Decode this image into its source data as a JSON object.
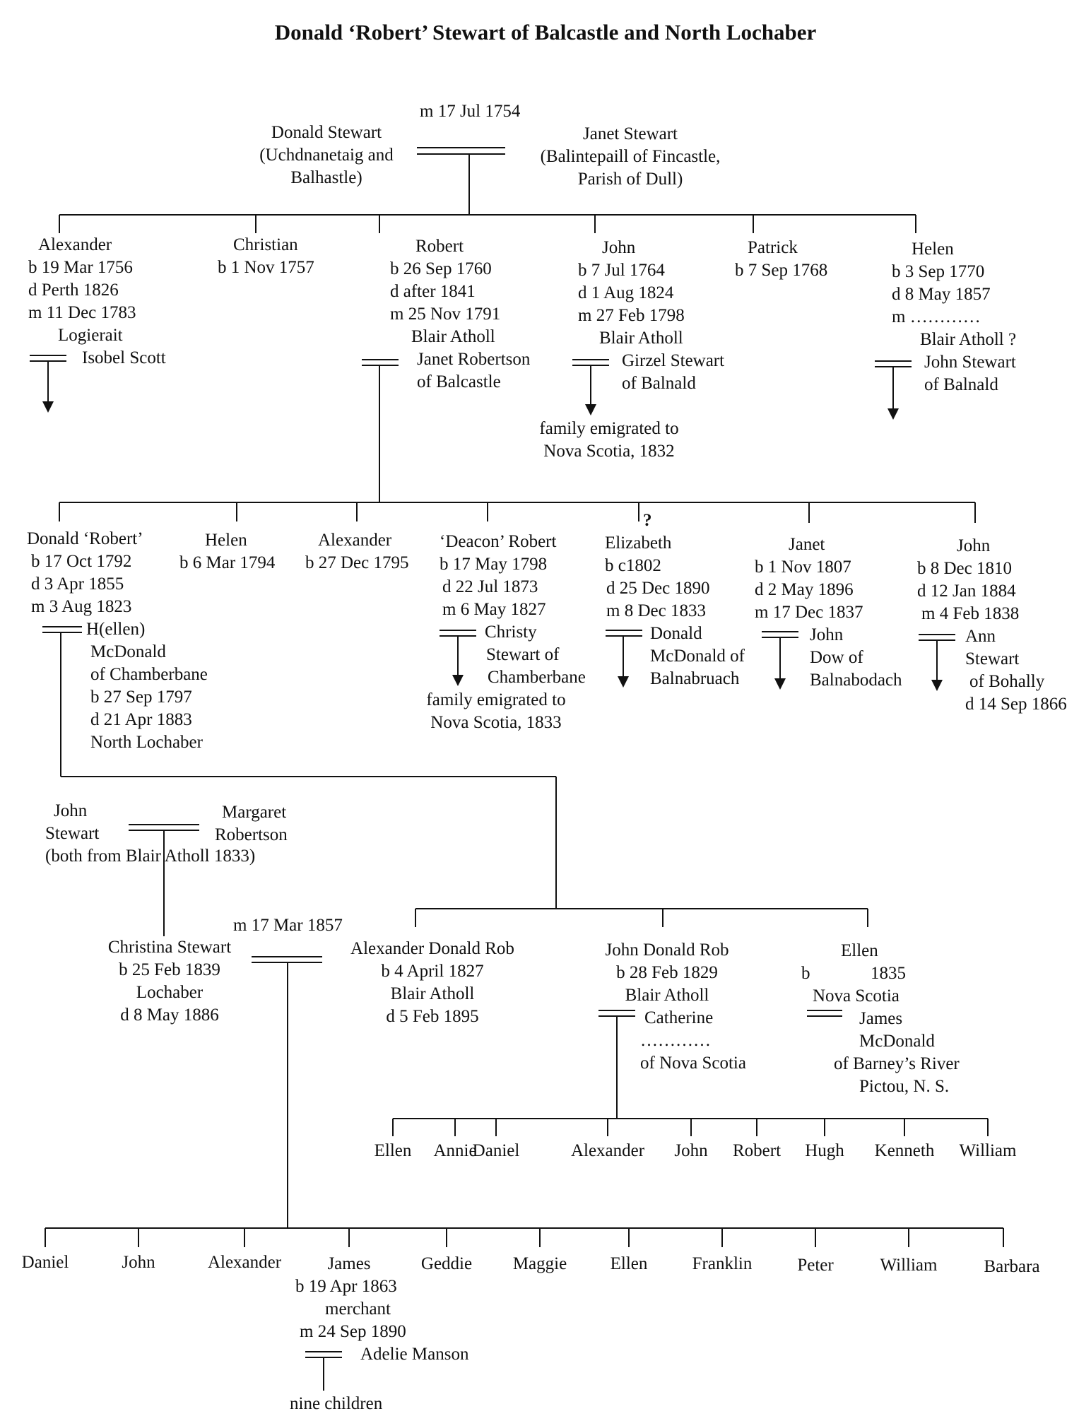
{
  "title": "Donald ‘Robert’ Stewart of Balcastle and North Lochaber",
  "gen1": {
    "marriage": "m 17 Jul 1754",
    "husband": [
      "Donald Stewart",
      "(Uchdnanetaig and",
      "Balhastle)"
    ],
    "wife": [
      "Janet Stewart",
      "(Balintepaill of Fincastle,",
      "Parish of Dull)"
    ]
  },
  "gen2": {
    "alexander": [
      "Alexander",
      "b 19 Mar 1756",
      "d  Perth 1826",
      "m 11 Dec 1783"
    ],
    "alexander_place": "Logierait",
    "alexander_spouse": "Isobel Scott",
    "christian": [
      "Christian",
      "b 1 Nov 1757"
    ],
    "robert": [
      "Robert",
      "b 26 Sep 1760",
      "d  after 1841",
      "m 25 Nov 1791"
    ],
    "robert_spouse": [
      "Blair Atholl",
      "Janet Robertson",
      "of Balcastle"
    ],
    "john": [
      "John",
      "b  7 Jul 1764",
      "d  1 Aug 1824",
      "m 27 Feb 1798"
    ],
    "john_spouse": [
      "Blair Atholl",
      "Girzel Stewart",
      "of Balnald"
    ],
    "john_note": [
      "family emigrated to",
      "Nova Scotia, 1832"
    ],
    "patrick": [
      "Patrick",
      "b 7 Sep 1768"
    ],
    "helen": [
      "Helen",
      "b 3 Sep 1770",
      "d 8 May 1857",
      "m …………"
    ],
    "helen_spouse": [
      "Blair Atholl ?",
      "John Stewart",
      "of Balnald"
    ]
  },
  "gen3": {
    "donald": [
      "Donald ‘Robert’",
      "b 17 Oct 1792",
      "d  3 Apr 1855",
      "m 3 Aug 1823"
    ],
    "donald_spouse": [
      "H(ellen)",
      "McDonald",
      "of Chamberbane",
      "b 27 Sep 1797",
      "d  21 Apr 1883",
      "North Lochaber"
    ],
    "helen": [
      "Helen",
      "b 6 Mar 1794"
    ],
    "alexander": [
      "Alexander",
      "b 27 Dec 1795"
    ],
    "deacon": [
      "‘Deacon’ Robert",
      "b 17 May 1798",
      "d 22 Jul 1873",
      "m 6 May 1827"
    ],
    "deacon_spouse": [
      "Christy",
      "Stewart of",
      "Chamberbane"
    ],
    "deacon_note": [
      "family emigrated to",
      "Nova Scotia, 1833"
    ],
    "elizabeth_query": "?",
    "elizabeth": [
      "Elizabeth",
      "b c1802",
      "d 25 Dec 1890",
      "m 8 Dec 1833"
    ],
    "elizabeth_spouse": [
      "Donald",
      "McDonald of",
      "Balnabruach"
    ],
    "janet": [
      "Janet",
      "b  1 Nov 1807",
      "d  2 May 1896",
      "m 17 Dec 1837"
    ],
    "janet_spouse": [
      "John",
      "Dow of",
      "Balnabodach"
    ],
    "john": [
      "John",
      "b 8 Dec 1810",
      "d 12 Jan 1884",
      "m 4 Feb 1838"
    ],
    "john_spouse": [
      "Ann",
      "Stewart",
      "of Bohally",
      "d 14 Sep 1866"
    ]
  },
  "stewart_robertson": {
    "husband": [
      "John",
      "Stewart"
    ],
    "wife": [
      "Margaret",
      "Robertson"
    ],
    "note": "(both from Blair Atholl 1833)"
  },
  "gen4": {
    "marriage": "m 17 Mar 1857",
    "christina": [
      "Christina Stewart",
      "b 25 Feb 1839",
      "Lochaber",
      "d 8 May 1886"
    ],
    "alexander": [
      "Alexander Donald Rob",
      "b 4 April 1827",
      "Blair Atholl",
      "d 5 Feb 1895"
    ],
    "john": [
      "John Donald Rob",
      "b 28 Feb 1829",
      "Blair Atholl"
    ],
    "john_spouse": [
      "Catherine",
      "…………",
      "of Nova Scotia"
    ],
    "ellen_name": "Ellen",
    "ellen_b": "b",
    "ellen_year": "1835",
    "ellen_place": "Nova Scotia",
    "ellen_spouse": [
      "James",
      "McDonald",
      "of Barney’s River",
      "Pictou, N. S."
    ]
  },
  "john_children": [
    "Ellen",
    "Annie",
    "Daniel",
    "Alexander",
    "John",
    "Robert",
    "Hugh",
    "Kenneth",
    "William"
  ],
  "alex_children": [
    "Daniel",
    "John",
    "Alexander",
    "James",
    "Geddie",
    "Maggie",
    "Ellen",
    "Franklin",
    "Peter",
    "William",
    "Barbara"
  ],
  "james_details": [
    "b 19 Apr 1863",
    "merchant",
    "m 24 Sep 1890"
  ],
  "james_spouse": "Adelie Manson",
  "james_note": "nine children"
}
